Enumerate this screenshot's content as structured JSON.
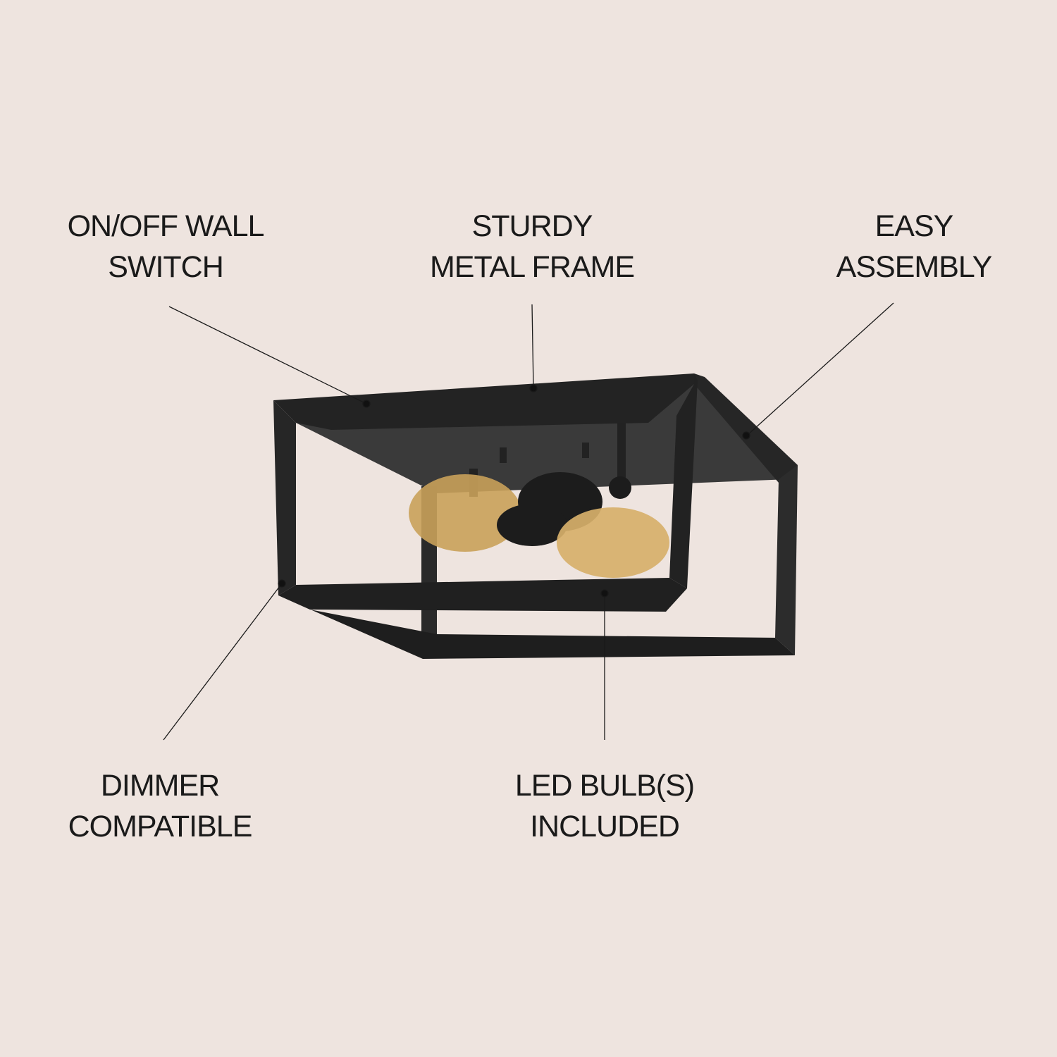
{
  "features": [
    {
      "id": "switch",
      "lines": [
        "ON/OFF WALL",
        "SWITCH"
      ]
    },
    {
      "id": "frame",
      "lines": [
        "STURDY",
        "METAL FRAME"
      ]
    },
    {
      "id": "assembly",
      "lines": [
        "EASY",
        "ASSEMBLY"
      ]
    },
    {
      "id": "dimmer",
      "lines": [
        "DIMMER",
        "COMPATIBLE"
      ]
    },
    {
      "id": "bulbs",
      "lines": [
        "LED BULB(S)",
        "INCLUDED"
      ]
    }
  ],
  "colors": {
    "background": "#eee4df",
    "frame": "#1f1f1f",
    "bulb": "#c9a15a"
  }
}
